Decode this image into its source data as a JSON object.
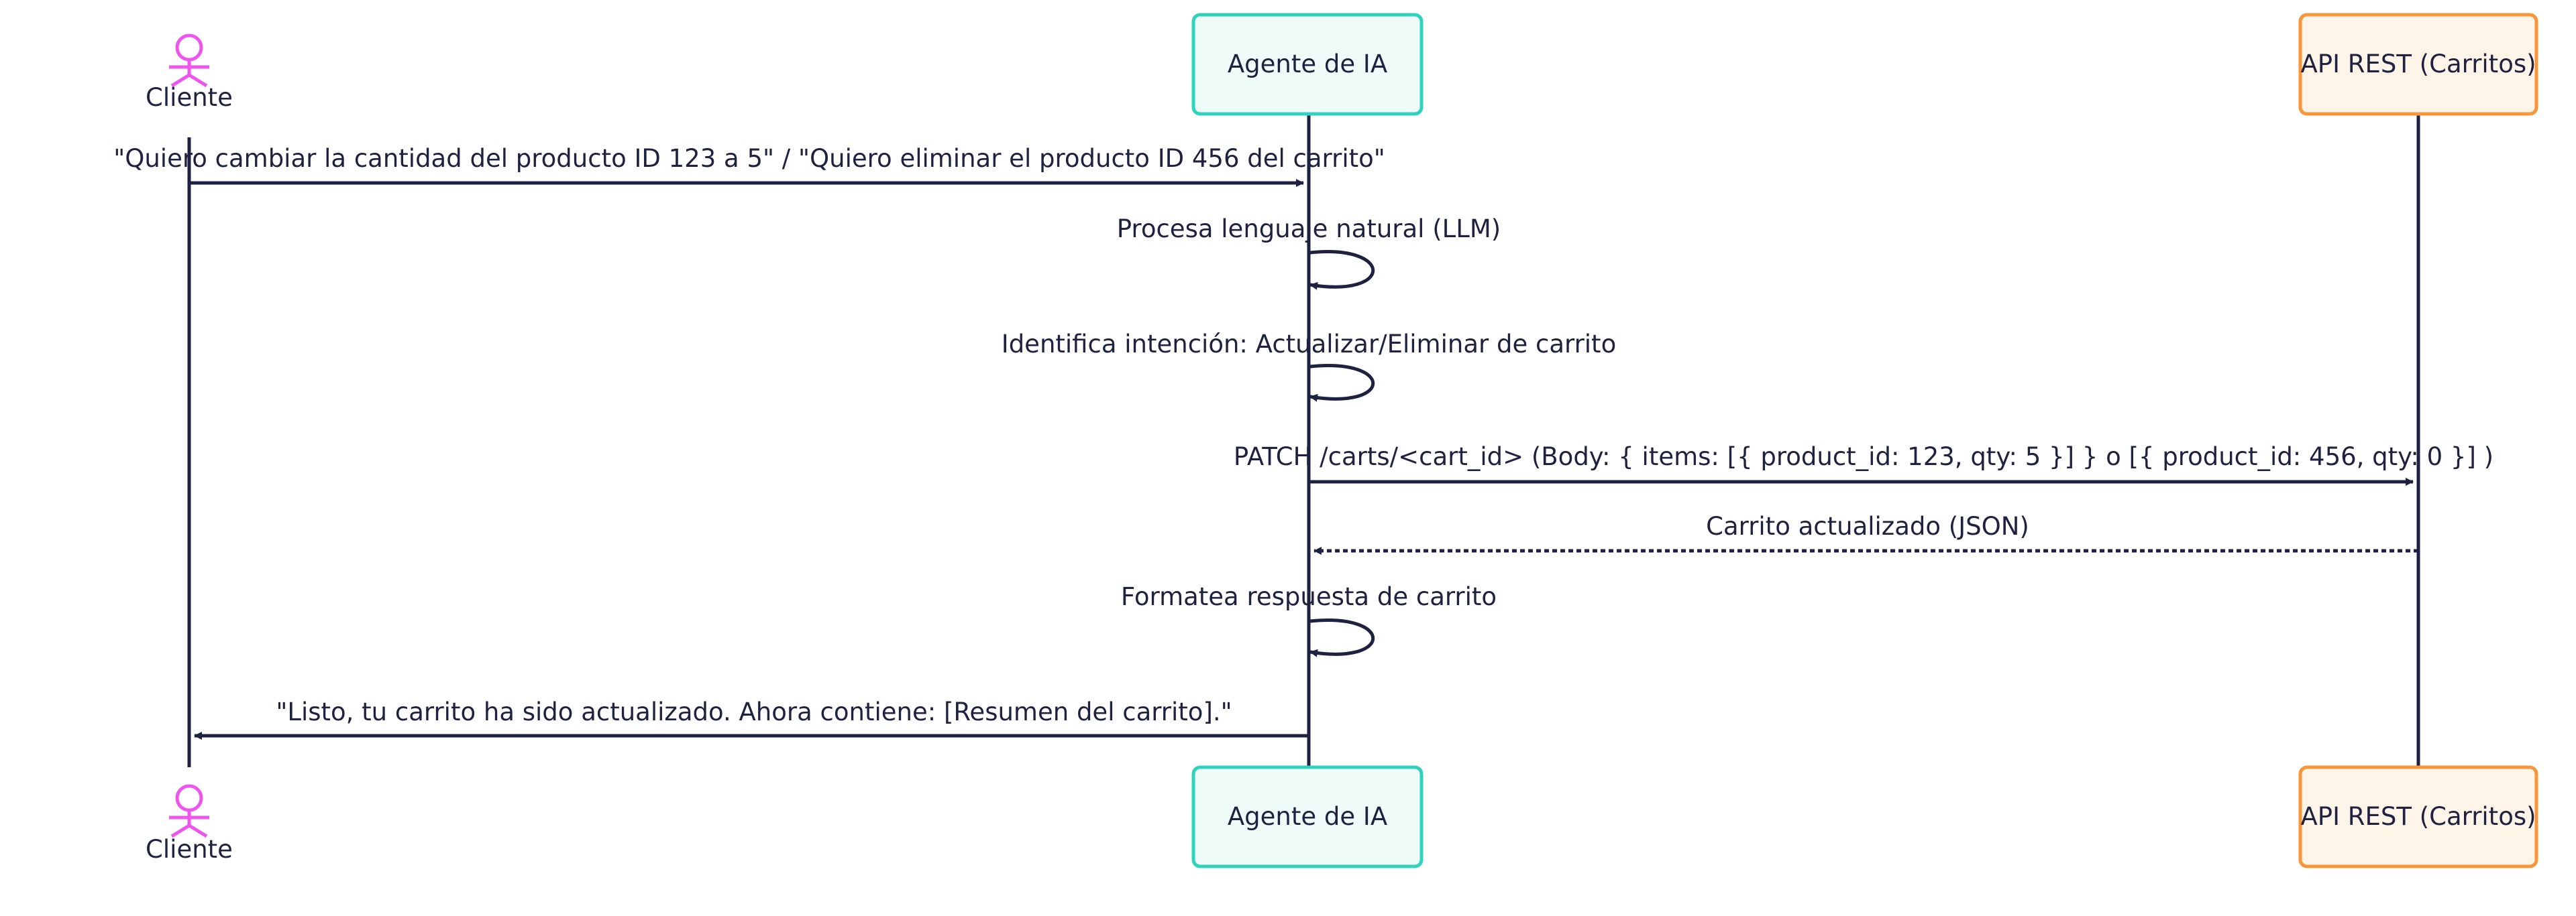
{
  "participants": {
    "cliente": {
      "label": "Cliente",
      "kind": "actor",
      "color": "#ee55ee"
    },
    "agente": {
      "label": "Agente de IA",
      "kind": "box",
      "fill": "#effbf8",
      "stroke": "#2fd3bd"
    },
    "api": {
      "label": "API REST (Carritos)",
      "kind": "box",
      "fill": "#fff4e8",
      "stroke": "#f7963a"
    }
  },
  "messages": [
    {
      "from": "cliente",
      "to": "agente",
      "style": "solid",
      "text": "\"Quiero cambiar la cantidad del producto ID 123 a 5\" / \"Quiero eliminar el producto ID 456 del carrito\""
    },
    {
      "from": "agente",
      "to": "agente",
      "style": "self",
      "text": "Procesa lenguaje natural (LLM)"
    },
    {
      "from": "agente",
      "to": "agente",
      "style": "self",
      "text": "Identifica intención: Actualizar/Eliminar de carrito"
    },
    {
      "from": "agente",
      "to": "api",
      "style": "solid",
      "text": "PATCH /carts/<cart_id> (Body: { items: [{ product_id: 123, qty: 5 }] } o [{ product_id: 456, qty: 0 }] )"
    },
    {
      "from": "api",
      "to": "agente",
      "style": "dotted",
      "text": "Carrito actualizado (JSON)"
    },
    {
      "from": "agente",
      "to": "agente",
      "style": "self",
      "text": "Formatea respuesta de carrito"
    },
    {
      "from": "agente",
      "to": "cliente",
      "style": "solid",
      "text": "\"Listo, tu carrito ha sido actualizado. Ahora contiene: [Resumen del carrito].\""
    }
  ],
  "colors": {
    "line": "#1e2140",
    "text": "#1e2140"
  }
}
